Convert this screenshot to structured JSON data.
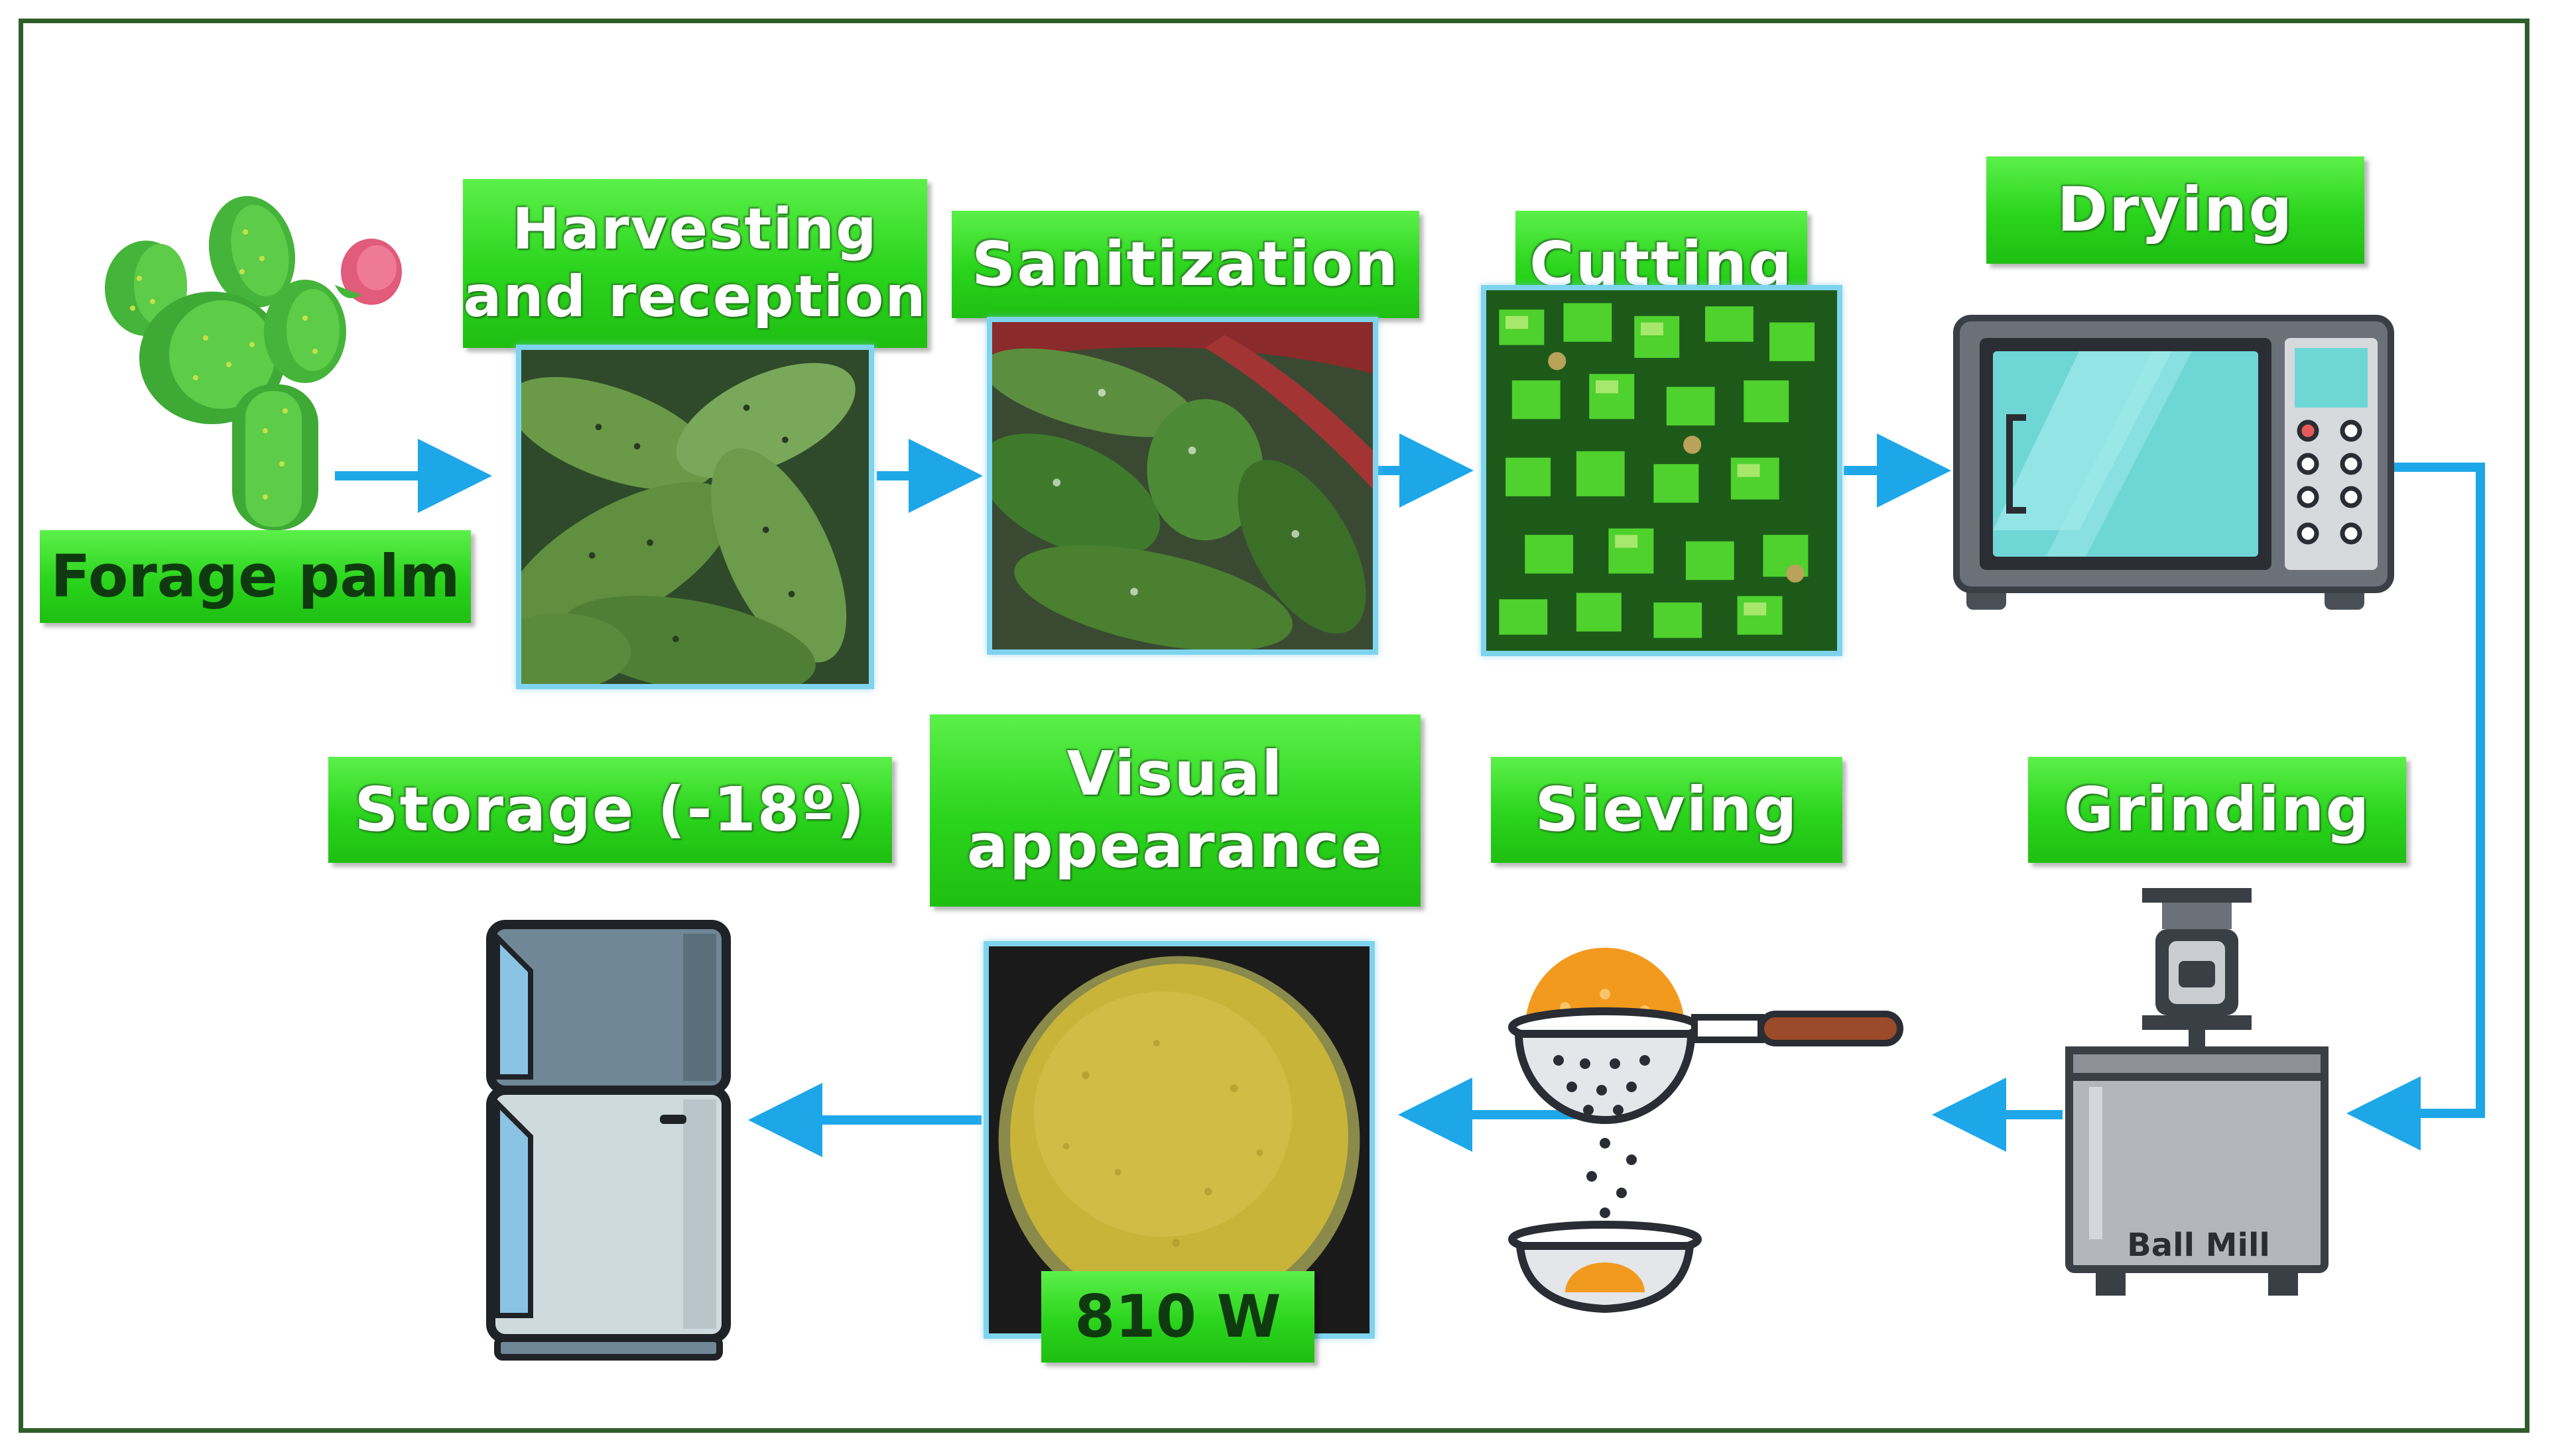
{
  "labels": {
    "forage_palm": "Forage palm",
    "harvesting": "Harvesting\nand reception",
    "sanitization": "Sanitization",
    "cutting": "Cutting",
    "drying": "Drying",
    "grinding": "Grinding",
    "sieving": "Sieving",
    "visual": "Visual\nappearance",
    "storage": "Storage (-18º)",
    "power": "810 W",
    "ball_mill": "Ball Mill"
  },
  "colors": {
    "label_green": "#2ad41c",
    "arrow_blue": "#1ea7e8",
    "frame_green": "#2e5e2a",
    "photo_border": "#7ed4ef"
  },
  "icons": [
    "cactus-icon",
    "microwave-icon",
    "ball-mill-icon",
    "sieve-icon",
    "refrigerator-icon"
  ]
}
